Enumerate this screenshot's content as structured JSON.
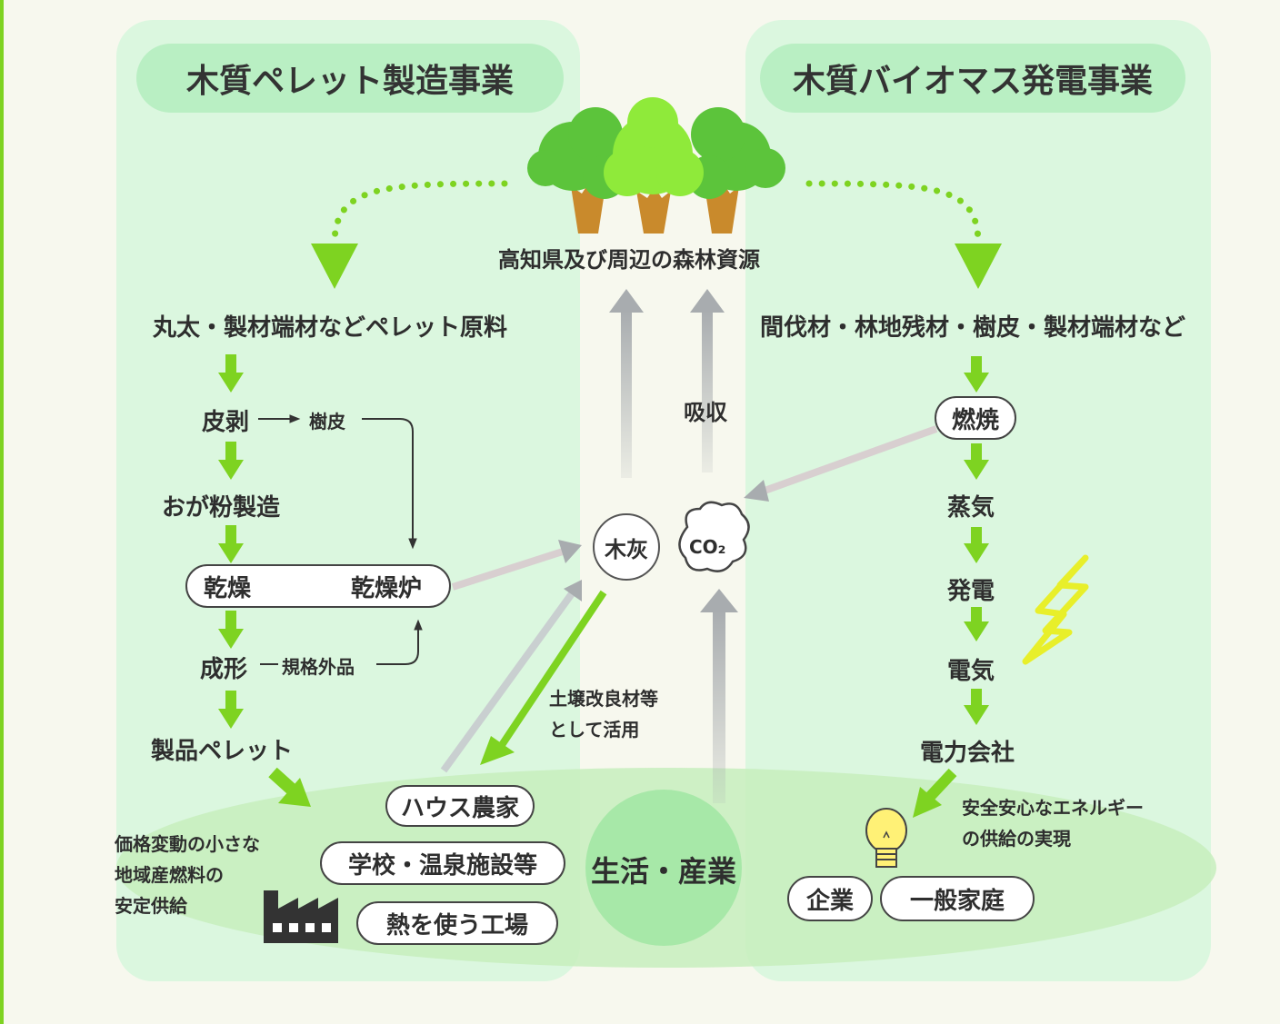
{
  "colors": {
    "background": "#f7f8ee",
    "panel": "#dbf7df",
    "title_pill": "#b9efc3",
    "green_arrow": "#7ed321",
    "gray_arrow": "#a8acaf",
    "tree_dark": "#5cc43b",
    "tree_light": "#8fea3a",
    "trunk": "#c98a2c",
    "lightning": "#e8ef2a",
    "bulb": "#fff176"
  },
  "left_panel": {
    "title": "木質ペレット製造事業",
    "raw_material": "丸太・製材端材などペレット原料",
    "debarking": "皮剥",
    "bark": "樹皮",
    "sawdust": "おが粉製造",
    "drying": "乾燥",
    "dryer": "乾燥炉",
    "forming": "成形",
    "off_spec": "規格外品",
    "product": "製品ペレット",
    "supply_lines": [
      "価格変動の小さな",
      "地域産燃料の",
      "安定供給"
    ],
    "users": [
      "ハウス農家",
      "学校・温泉施設等",
      "熱を使う工場"
    ]
  },
  "center": {
    "forest": "高知県及び周辺の森林資源",
    "absorb": "吸収",
    "ash": "木灰",
    "co2": "CO₂",
    "soil_lines": [
      "土壌改良材等",
      "として活用"
    ],
    "life": "生活・産業"
  },
  "right_panel": {
    "title": "木質バイオマス発電事業",
    "materials": "間伐材・林地残材・樹皮・製材端材など",
    "combustion": "燃焼",
    "steam": "蒸気",
    "generation": "発電",
    "electricity": "電気",
    "utility": "電力会社",
    "supply_lines": [
      "安全安心なエネルギー",
      "の供給の実現"
    ],
    "users": [
      "企業",
      "一般家庭"
    ]
  },
  "icons": [
    "tree-icon",
    "lightning-icon",
    "light-bulb-icon",
    "factory-icon"
  ]
}
